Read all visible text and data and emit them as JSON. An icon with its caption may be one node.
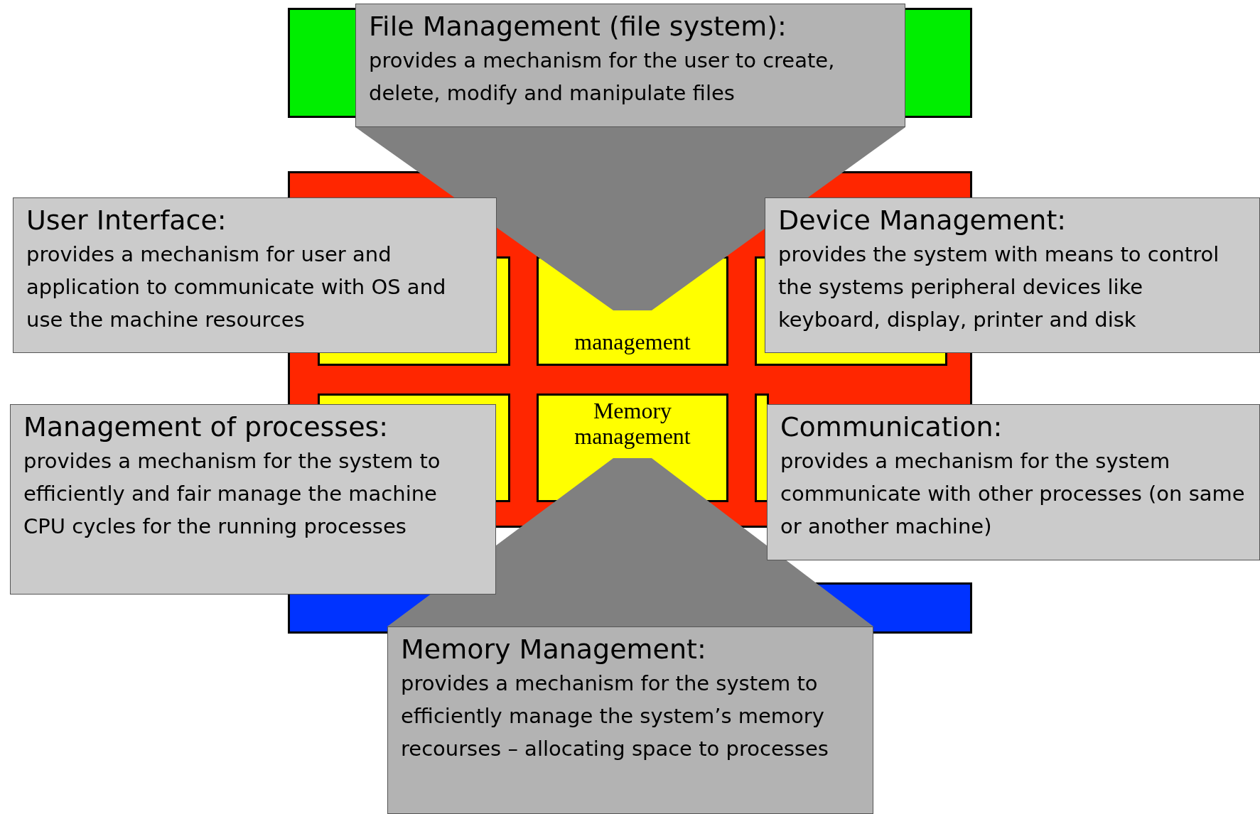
{
  "diagram": {
    "nodes": [
      {
        "text": [],
        "shape": "box"
      },
      {
        "text": [
          "File Management (file system):",
          "provides a mechanism for the user to create, delete, modify and manipulate files"
        ]
      },
      {
        "text": [],
        "shape": "box"
      },
      {
        "text": [],
        "shape": "box",
        "in": 2
      },
      {
        "text": [
          "management"
        ],
        "in": 2
      },
      {
        "text": [],
        "shape": "box",
        "in": 2
      },
      {
        "text": [],
        "shape": "box",
        "in": 2
      },
      {
        "text": [
          "Memory management"
        ],
        "in": 2
      },
      {
        "text": [],
        "shape": "box",
        "in": 2
      },
      {
        "text": [
          "User Interface:",
          "provides a mechanism for user and application to communicate with OS and use the machine resources"
        ]
      },
      {
        "text": [
          "Device Management:",
          "provides the system with means to control the systems peripheral devices like keyboard, display, printer and disk"
        ]
      },
      {
        "text": [
          "Management of processes:",
          "provides a mechanism for the system to efficiently and fair manage the machine CPU cycles for the running processes"
        ]
      },
      {
        "text": [
          "Communication:",
          "provides a mechanism for the system communicate with other processes (on same or another machine)"
        ]
      },
      {
        "text": [],
        "shape": "box"
      },
      {
        "text": [
          "Memory Management:",
          "provides a mechanism for the system to efficiently manage the system’s memory recourses – allocating space to processes"
        ]
      }
    ],
    "edges": [
      {
        "from": 1,
        "to": 4,
        "arrow": "none"
      },
      {
        "from": 14,
        "to": 7,
        "arrow": "none"
      }
    ]
  }
}
